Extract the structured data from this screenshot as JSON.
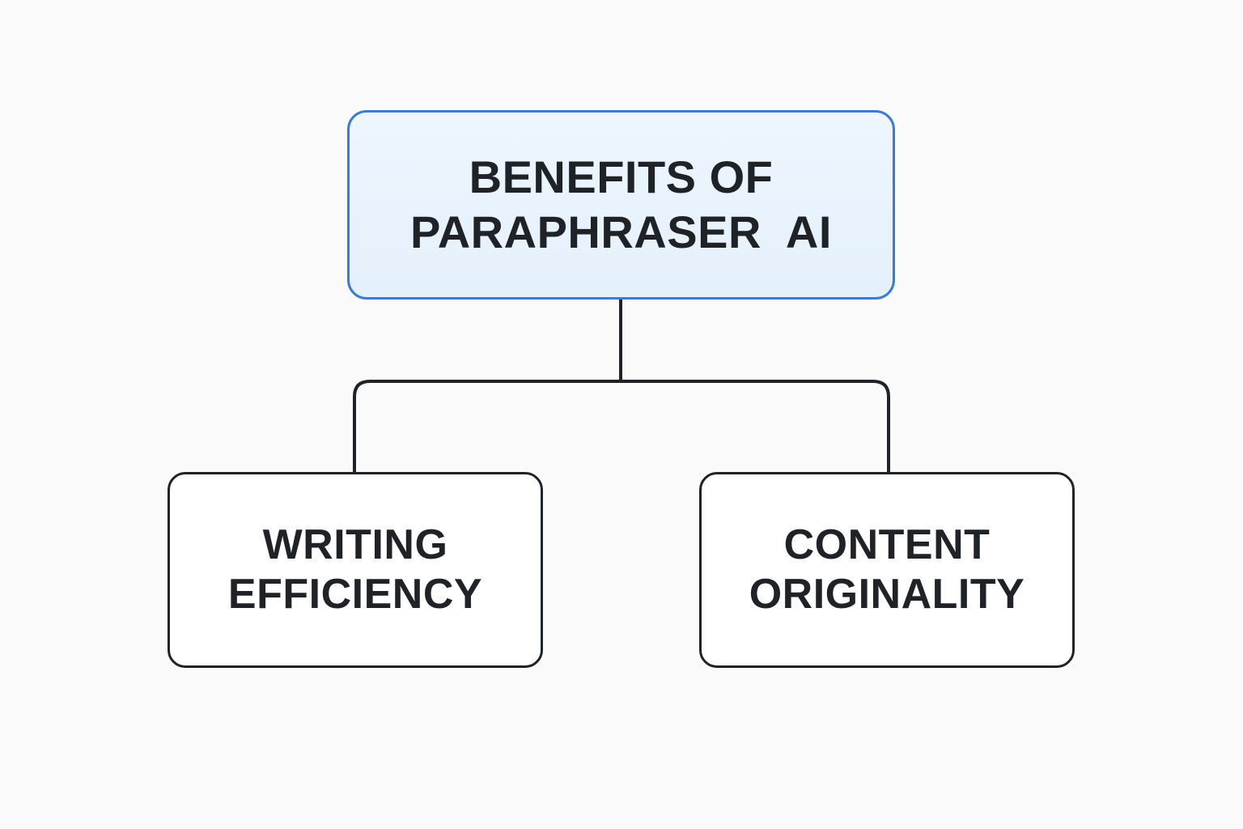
{
  "diagram": {
    "type": "hierarchy",
    "root": {
      "lines": [
        "BENEFITS OF",
        "PARAPHRASER  AI"
      ],
      "border_color": "#3a7bd5",
      "fill_color": "#e8f3fd"
    },
    "children": [
      {
        "lines": [
          "WRITING",
          "EFFICIENCY"
        ]
      },
      {
        "lines": [
          "CONTENT",
          "ORIGINALITY"
        ]
      }
    ],
    "edges": [
      {
        "from": "root",
        "to": "children.0"
      },
      {
        "from": "root",
        "to": "children.1"
      }
    ],
    "colors": {
      "background": "#fafafa",
      "text": "#1f2328",
      "connector": "#1f2328",
      "child_border": "#1f2328",
      "child_fill": "#ffffff"
    }
  }
}
